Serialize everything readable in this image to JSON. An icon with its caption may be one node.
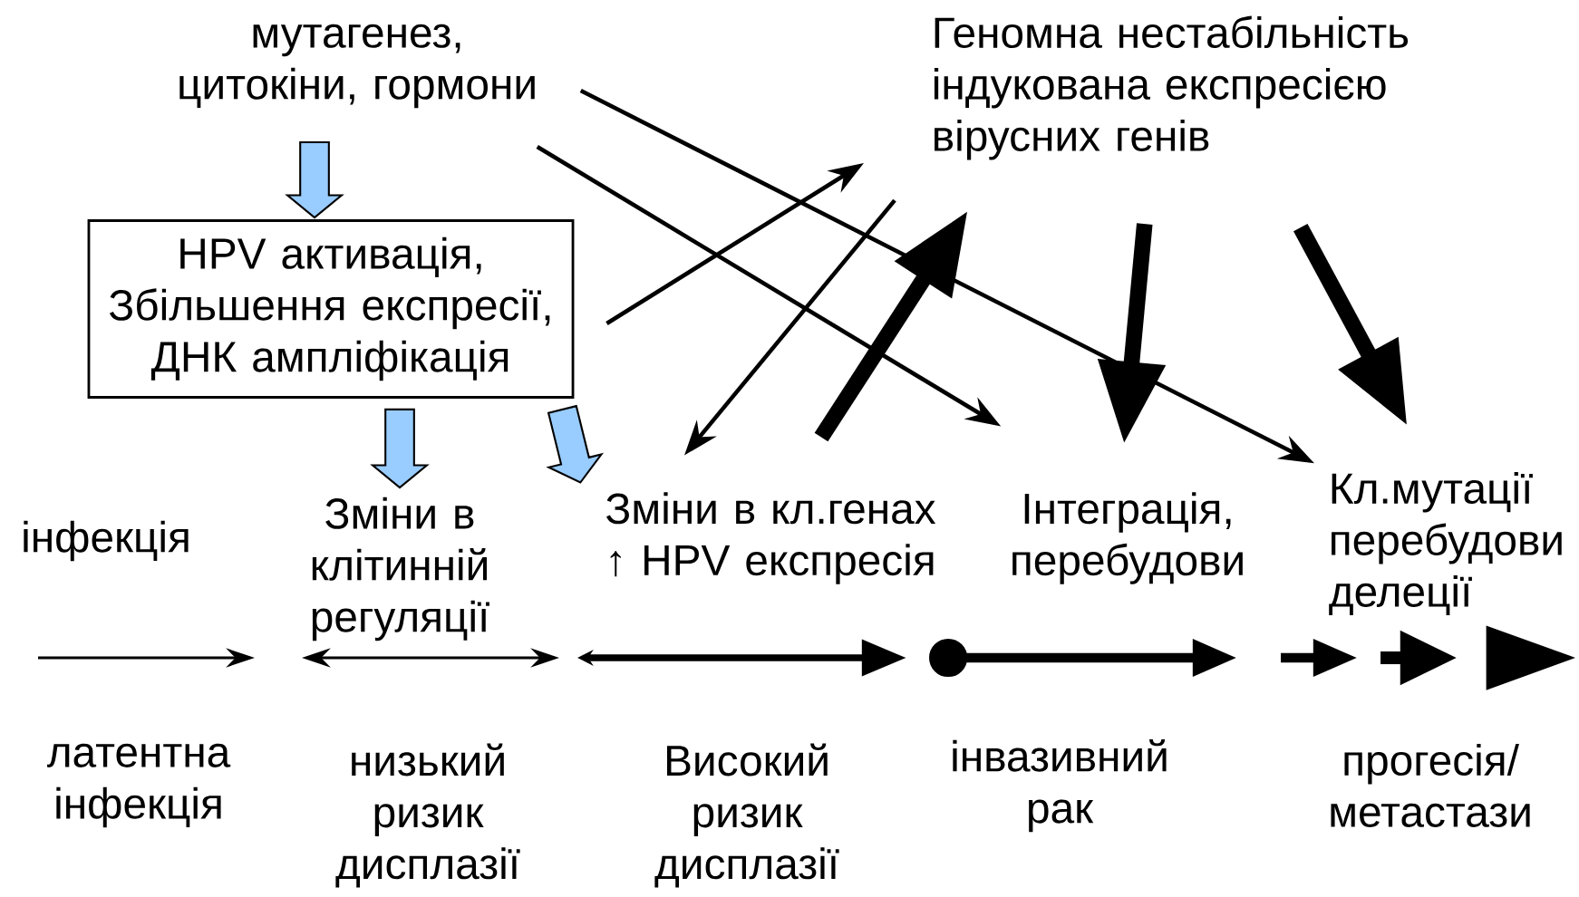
{
  "diagram": {
    "nodes": [
      {
        "text": [
          "мутагенез, цитокіни, гормони"
        ]
      },
      {
        "text": [
          "Геномна нестабільність індукована експресією вірусних генів"
        ]
      },
      {
        "text": [
          "HPV активація, Збільшення експресії, ДНК амплiфiкація"
        ]
      },
      {
        "text": [
          "Зміни в клітинній регуляції"
        ]
      },
      {
        "text": [
          "Зміни в кл.генах ↑ HPV експресія"
        ]
      },
      {
        "text": [
          "Інтеграція, перебудови"
        ]
      },
      {
        "text": [
          "Кл.мутації перебудови делеції"
        ]
      }
    ],
    "edges": [
      {
        "from": 0,
        "to": 2,
        "arrow": "to",
        "color": "#99ccff"
      },
      {
        "from": 2,
        "to": 3,
        "arrow": "to",
        "color": "#99ccff"
      },
      {
        "from": 2,
        "to": 4,
        "arrow": "to",
        "color": "#99ccff"
      },
      {
        "from": 0,
        "to": 6,
        "arrow": "to"
      },
      {
        "from": 0,
        "to": 5,
        "arrow": "to"
      },
      {
        "from": 2,
        "to": 1,
        "arrow": "to"
      },
      {
        "from": 1,
        "to": 4,
        "arrow": "to"
      },
      {
        "from": 4,
        "to": 1,
        "arrow": "to",
        "style": "thick"
      },
      {
        "from": 1,
        "to": 5,
        "arrow": "to",
        "style": "thick"
      },
      {
        "from": 1,
        "to": 6,
        "arrow": "to",
        "style": "thick"
      }
    ],
    "labels": [
      "інфекція",
      "латентна інфекція",
      "низький ризик дисплазії",
      "Високий ризик дисплазії",
      "інвазивний рак",
      "прогесія/ метастази"
    ]
  }
}
